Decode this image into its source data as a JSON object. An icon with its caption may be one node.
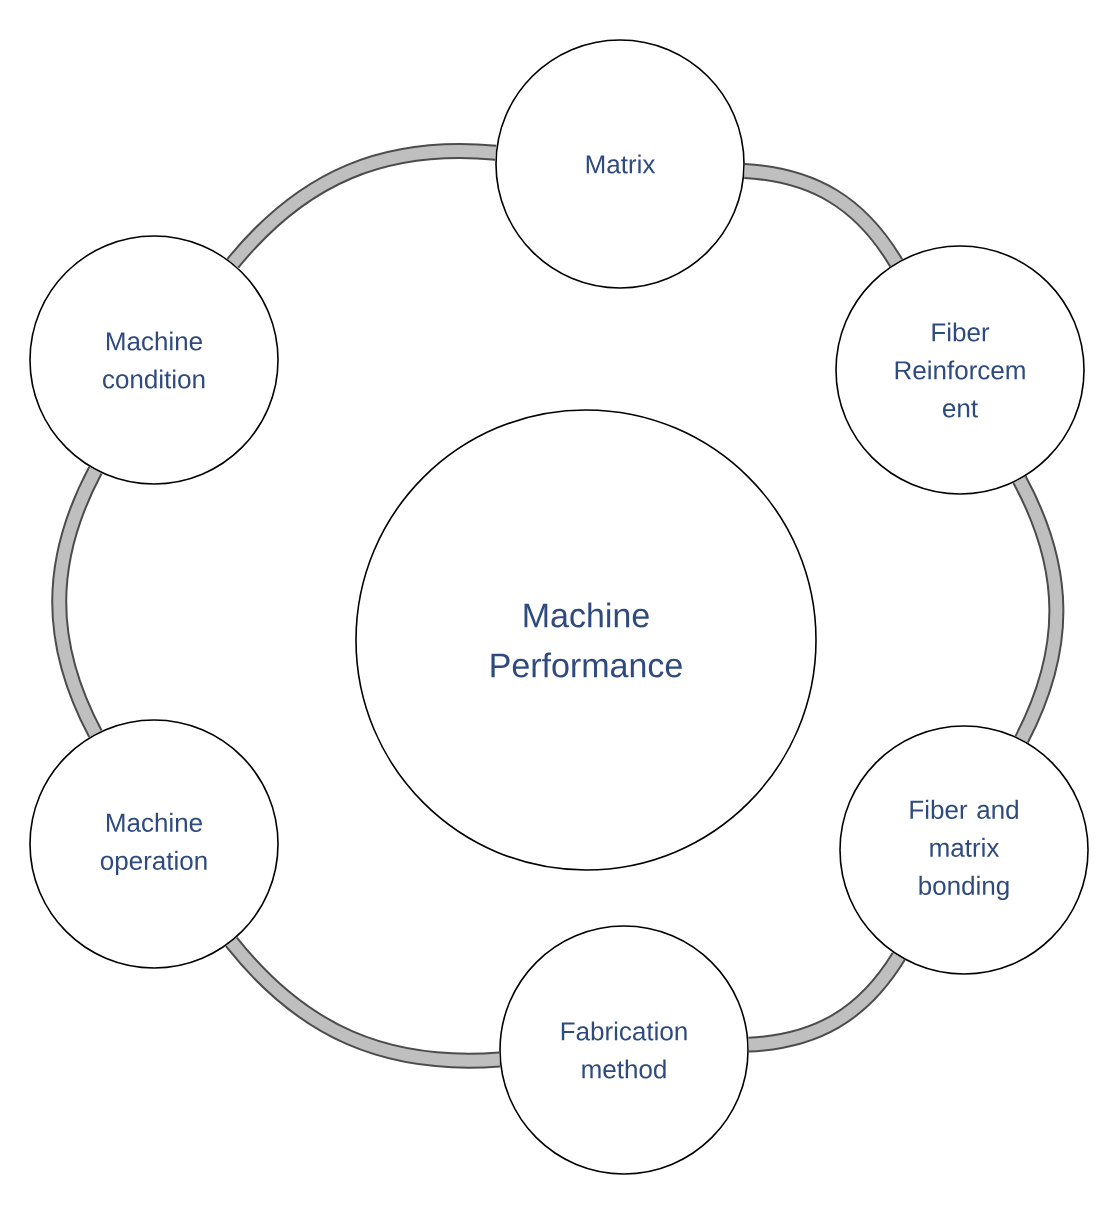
{
  "diagram": {
    "nodes": [
      {
        "text": [
          "Machine Performance"
        ]
      },
      {
        "text": [
          "Matrix"
        ]
      },
      {
        "text": [
          "Fiber Reinforcem ent"
        ]
      },
      {
        "text": [
          "Fiber and matrix bonding"
        ]
      },
      {
        "text": [
          "Fabrication method"
        ]
      },
      {
        "text": [
          "Machine operation"
        ]
      },
      {
        "text": [
          "Machine condition"
        ]
      }
    ],
    "edges": [
      {
        "from": 1,
        "to": 2,
        "arrow": "none"
      },
      {
        "from": 2,
        "to": 3,
        "arrow": "none"
      },
      {
        "from": 3,
        "to": 4,
        "arrow": "none"
      },
      {
        "from": 4,
        "to": 5,
        "arrow": "none"
      },
      {
        "from": 5,
        "to": 6,
        "arrow": "none"
      },
      {
        "from": 6,
        "to": 1,
        "arrow": "none"
      }
    ]
  }
}
